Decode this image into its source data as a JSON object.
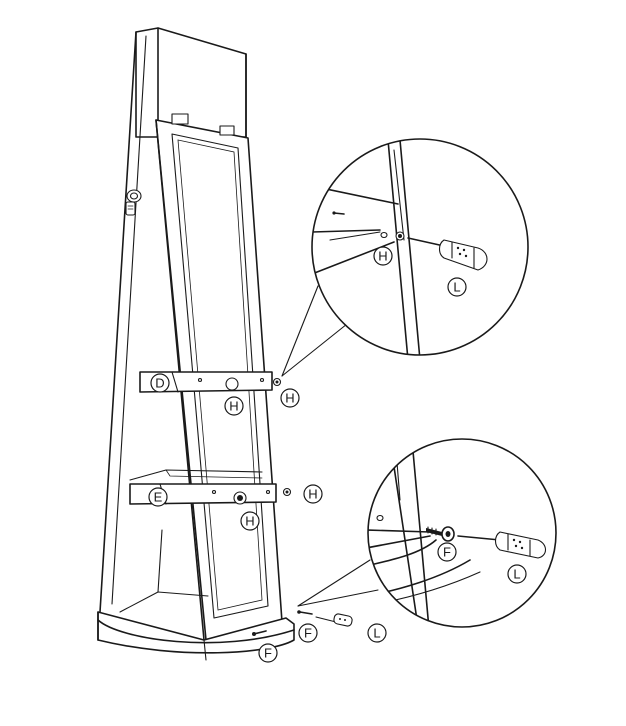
{
  "labels": {
    "d": "D",
    "e": "E",
    "h": "H",
    "f": "F",
    "l": "L"
  }
}
